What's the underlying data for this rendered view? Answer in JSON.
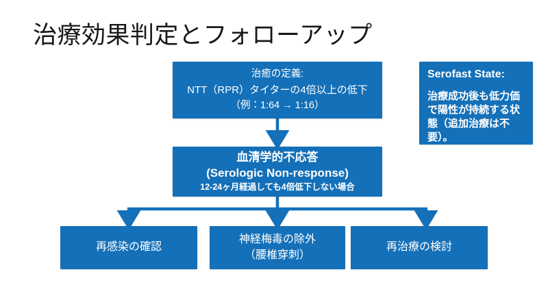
{
  "slide": {
    "title": "治療効果判定とフォローアップ",
    "background_color": "#ffffff",
    "accent_color": "#1470b8",
    "text_color": "#ffffff",
    "title_color": "#17181a"
  },
  "flow": {
    "definition": {
      "line1": "治癒の定義:",
      "line2": "NTT（RPR）タイターの4倍以上の低下",
      "line3": "（例：1:64 → 1:16）"
    },
    "nonresponse": {
      "line1": "血清学的不応答",
      "line2": "(Serologic Non-response)",
      "line3": "12-24ヶ月経過しても4倍低下しない場合"
    },
    "outcomes": [
      {
        "line1": "再感染の確認",
        "line2": ""
      },
      {
        "line1": "神経梅毒の除外",
        "line2": "（腰椎穿刺）"
      },
      {
        "line1": "再治療の検討",
        "line2": ""
      }
    ]
  },
  "sidebar": {
    "serofast": {
      "title": "Serofast State:",
      "body": "治療成功後も低力価で陽性が持続する状態（追加治療は不要）。"
    }
  }
}
